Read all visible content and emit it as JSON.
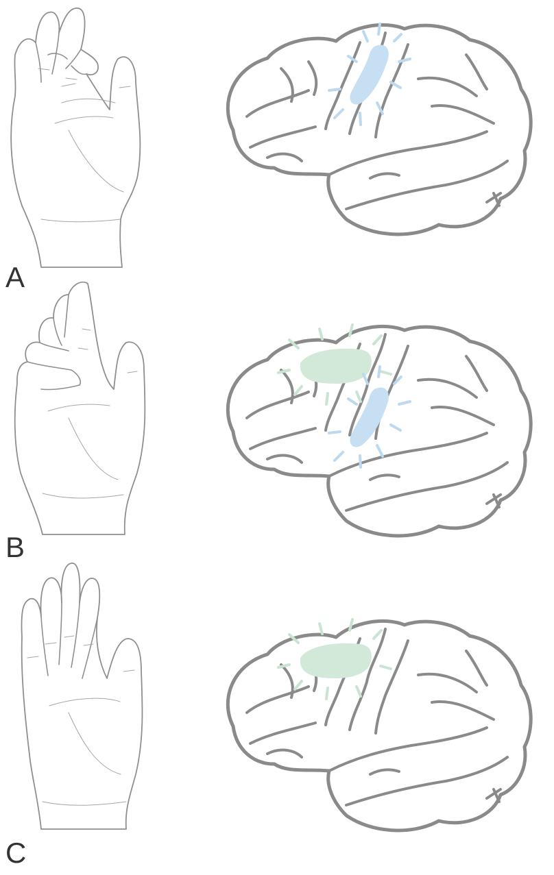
{
  "panels": [
    {
      "label": "A",
      "regions": [
        "motor"
      ]
    },
    {
      "label": "B",
      "regions": [
        "premotor",
        "motor"
      ]
    },
    {
      "label": "C",
      "regions": [
        "premotor"
      ]
    }
  ],
  "colors": {
    "motor_region": "#c7dff2",
    "motor_rays": "#bcd9f0",
    "premotor_region": "#d2e8d9",
    "premotor_rays": "#c9e4d2",
    "outline": "#8a8a8a",
    "label": "#333333"
  }
}
